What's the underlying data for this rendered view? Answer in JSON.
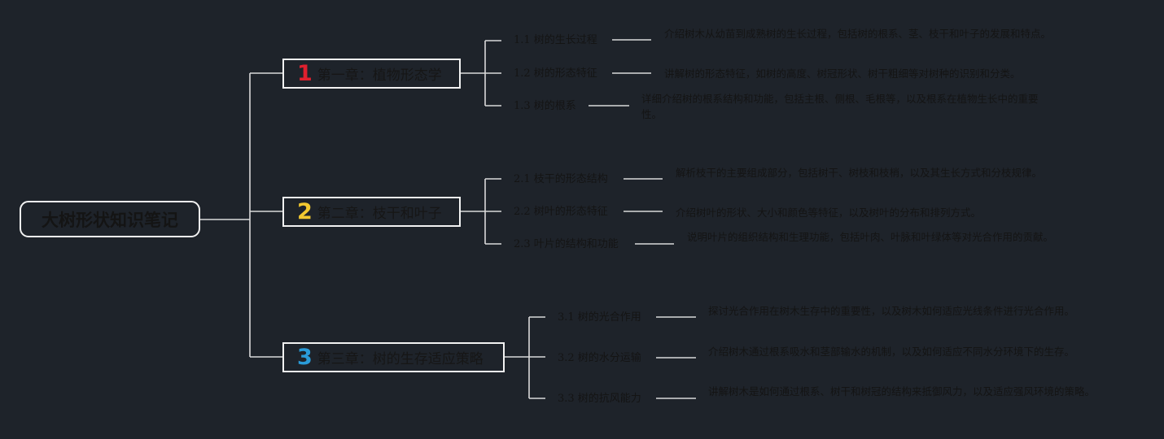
{
  "title": "大树形状知识笔记",
  "colors": {
    "background": "#1e232a",
    "line": "#d9d9d9",
    "text": "#141414"
  },
  "chapters": [
    {
      "number": "1",
      "number_color": "#e0202e",
      "label": "第一章：植物形态学",
      "topics": [
        {
          "label": "1.1 树的生长过程",
          "desc": "介绍树木从幼苗到成熟树的生长过程，包括树的根系、茎、枝干和叶子的发展和特点。"
        },
        {
          "label": "1.2 树的形态特征",
          "desc": "讲解树的形态特征，如树的高度、树冠形状、树干粗细等对树种的识别和分类。"
        },
        {
          "label": "1.3 树的根系",
          "desc": "详细介绍树的根系结构和功能，包括主根、侧根、毛根等，以及根系在植物生长中的重要性。"
        }
      ]
    },
    {
      "number": "2",
      "number_color": "#f2c830",
      "label": "第二章：枝干和叶子",
      "topics": [
        {
          "label": "2.1 枝干的形态结构",
          "desc": "解析枝干的主要组成部分，包括树干、树枝和枝梢，以及其生长方式和分枝规律。"
        },
        {
          "label": "2.2 树叶的形态特征",
          "desc": "介绍树叶的形状、大小和颜色等特征，以及树叶的分布和排列方式。"
        },
        {
          "label": "2.3 叶片的结构和功能",
          "desc": "说明叶片的组织结构和生理功能，包括叶肉、叶脉和叶绿体等对光合作用的贡献。"
        }
      ]
    },
    {
      "number": "3",
      "number_color": "#2a9bd8",
      "label": "第三章：树的生存适应策略",
      "topics": [
        {
          "label": "3.1 树的光合作用",
          "desc": "探讨光合作用在树木生存中的重要性，以及树木如何适应光线条件进行光合作用。"
        },
        {
          "label": "3.2 树的水分运输",
          "desc": "介绍树木通过根系吸水和茎部输水的机制，以及如何适应不同水分环境下的生存。"
        },
        {
          "label": "3.3 树的抗风能力",
          "desc": "讲解树木是如何通过根系、树干和树冠的结构来抵御风力，以及适应强风环境的策略。"
        }
      ]
    }
  ]
}
